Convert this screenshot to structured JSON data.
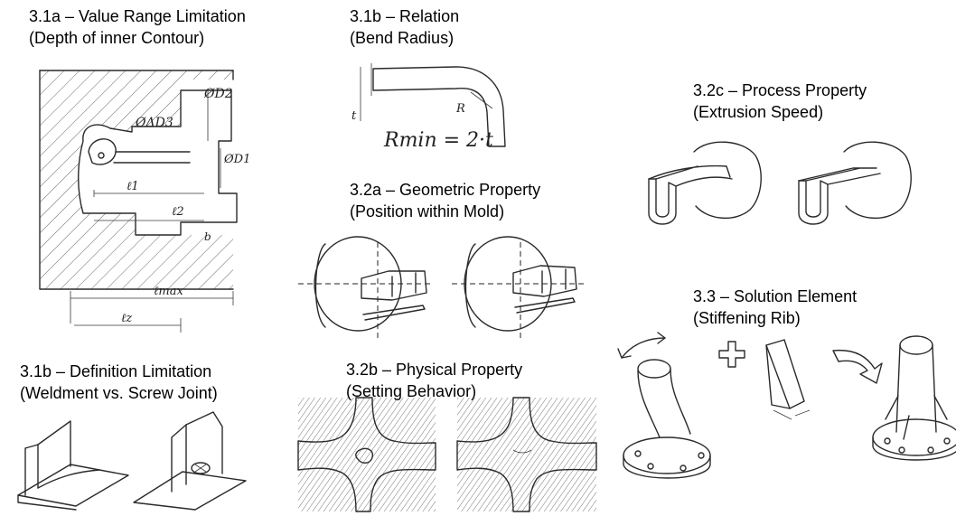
{
  "sections": {
    "s31a": {
      "title": "3.1a – Value Range Limitation",
      "subtitle": "(Depth of inner Contour)"
    },
    "s31b_rel": {
      "title": "3.1b – Relation",
      "subtitle": "(Bend Radius)"
    },
    "s32c": {
      "title": "3.2c – Process Property",
      "subtitle": "(Extrusion Speed)"
    },
    "s32a": {
      "title": "3.2a – Geometric Property",
      "subtitle": "(Position within Mold)"
    },
    "s33": {
      "title": "3.3 – Solution Element",
      "subtitle": "(Stiffening Rib)"
    },
    "s31b_def": {
      "title": "3.1b – Definition Limitation",
      "subtitle": "(Weldment vs. Screw Joint)"
    },
    "s32b": {
      "title": "3.2b – Physical Property",
      "subtitle": "(Setting Behavior)"
    }
  },
  "sketch_labels": {
    "d1": "ØD1",
    "d2": "ØD2",
    "d3": "ØΔD3",
    "l1": "ℓ1",
    "l2": "ℓ2",
    "lmax": "ℓmax",
    "lz": "ℓz",
    "b": "b",
    "t": "t",
    "r": "R",
    "formula": "Rmin = 2·t"
  }
}
